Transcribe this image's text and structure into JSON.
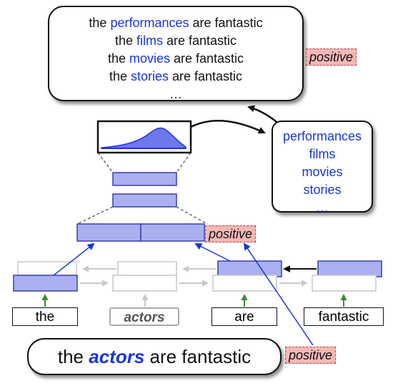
{
  "top_bubble": {
    "lines": [
      {
        "before": "the ",
        "word": "performances",
        "after": " are fantastic"
      },
      {
        "before": "the ",
        "word": "films",
        "after": " are fantastic"
      },
      {
        "before": "the ",
        "word": "movies",
        "after": " are fantastic"
      },
      {
        "before": "the ",
        "word": "stories",
        "after": " are fantastic"
      }
    ],
    "ellipsis": "…"
  },
  "words_bubble": {
    "items": [
      "performances",
      "films",
      "movies",
      "stories"
    ],
    "ellipsis": "…"
  },
  "labels": {
    "top_tag": "positive",
    "mid_tag": "positive",
    "bottom_tag": "positive"
  },
  "tokens": [
    "the",
    "actors",
    "are",
    "fantastic"
  ],
  "sentence": {
    "before": "the ",
    "em": "actors",
    "after": " are fantastic"
  },
  "colors": {
    "box_fill": "#aab0f0",
    "box_stroke": "#3a3fa8",
    "accent_blue": "#1a35d8",
    "tag_fill": "#f4b7b7",
    "tag_stroke": "#b04848",
    "arrow_green": "#3a8a30",
    "faded_gray": "#c8c8c8"
  }
}
